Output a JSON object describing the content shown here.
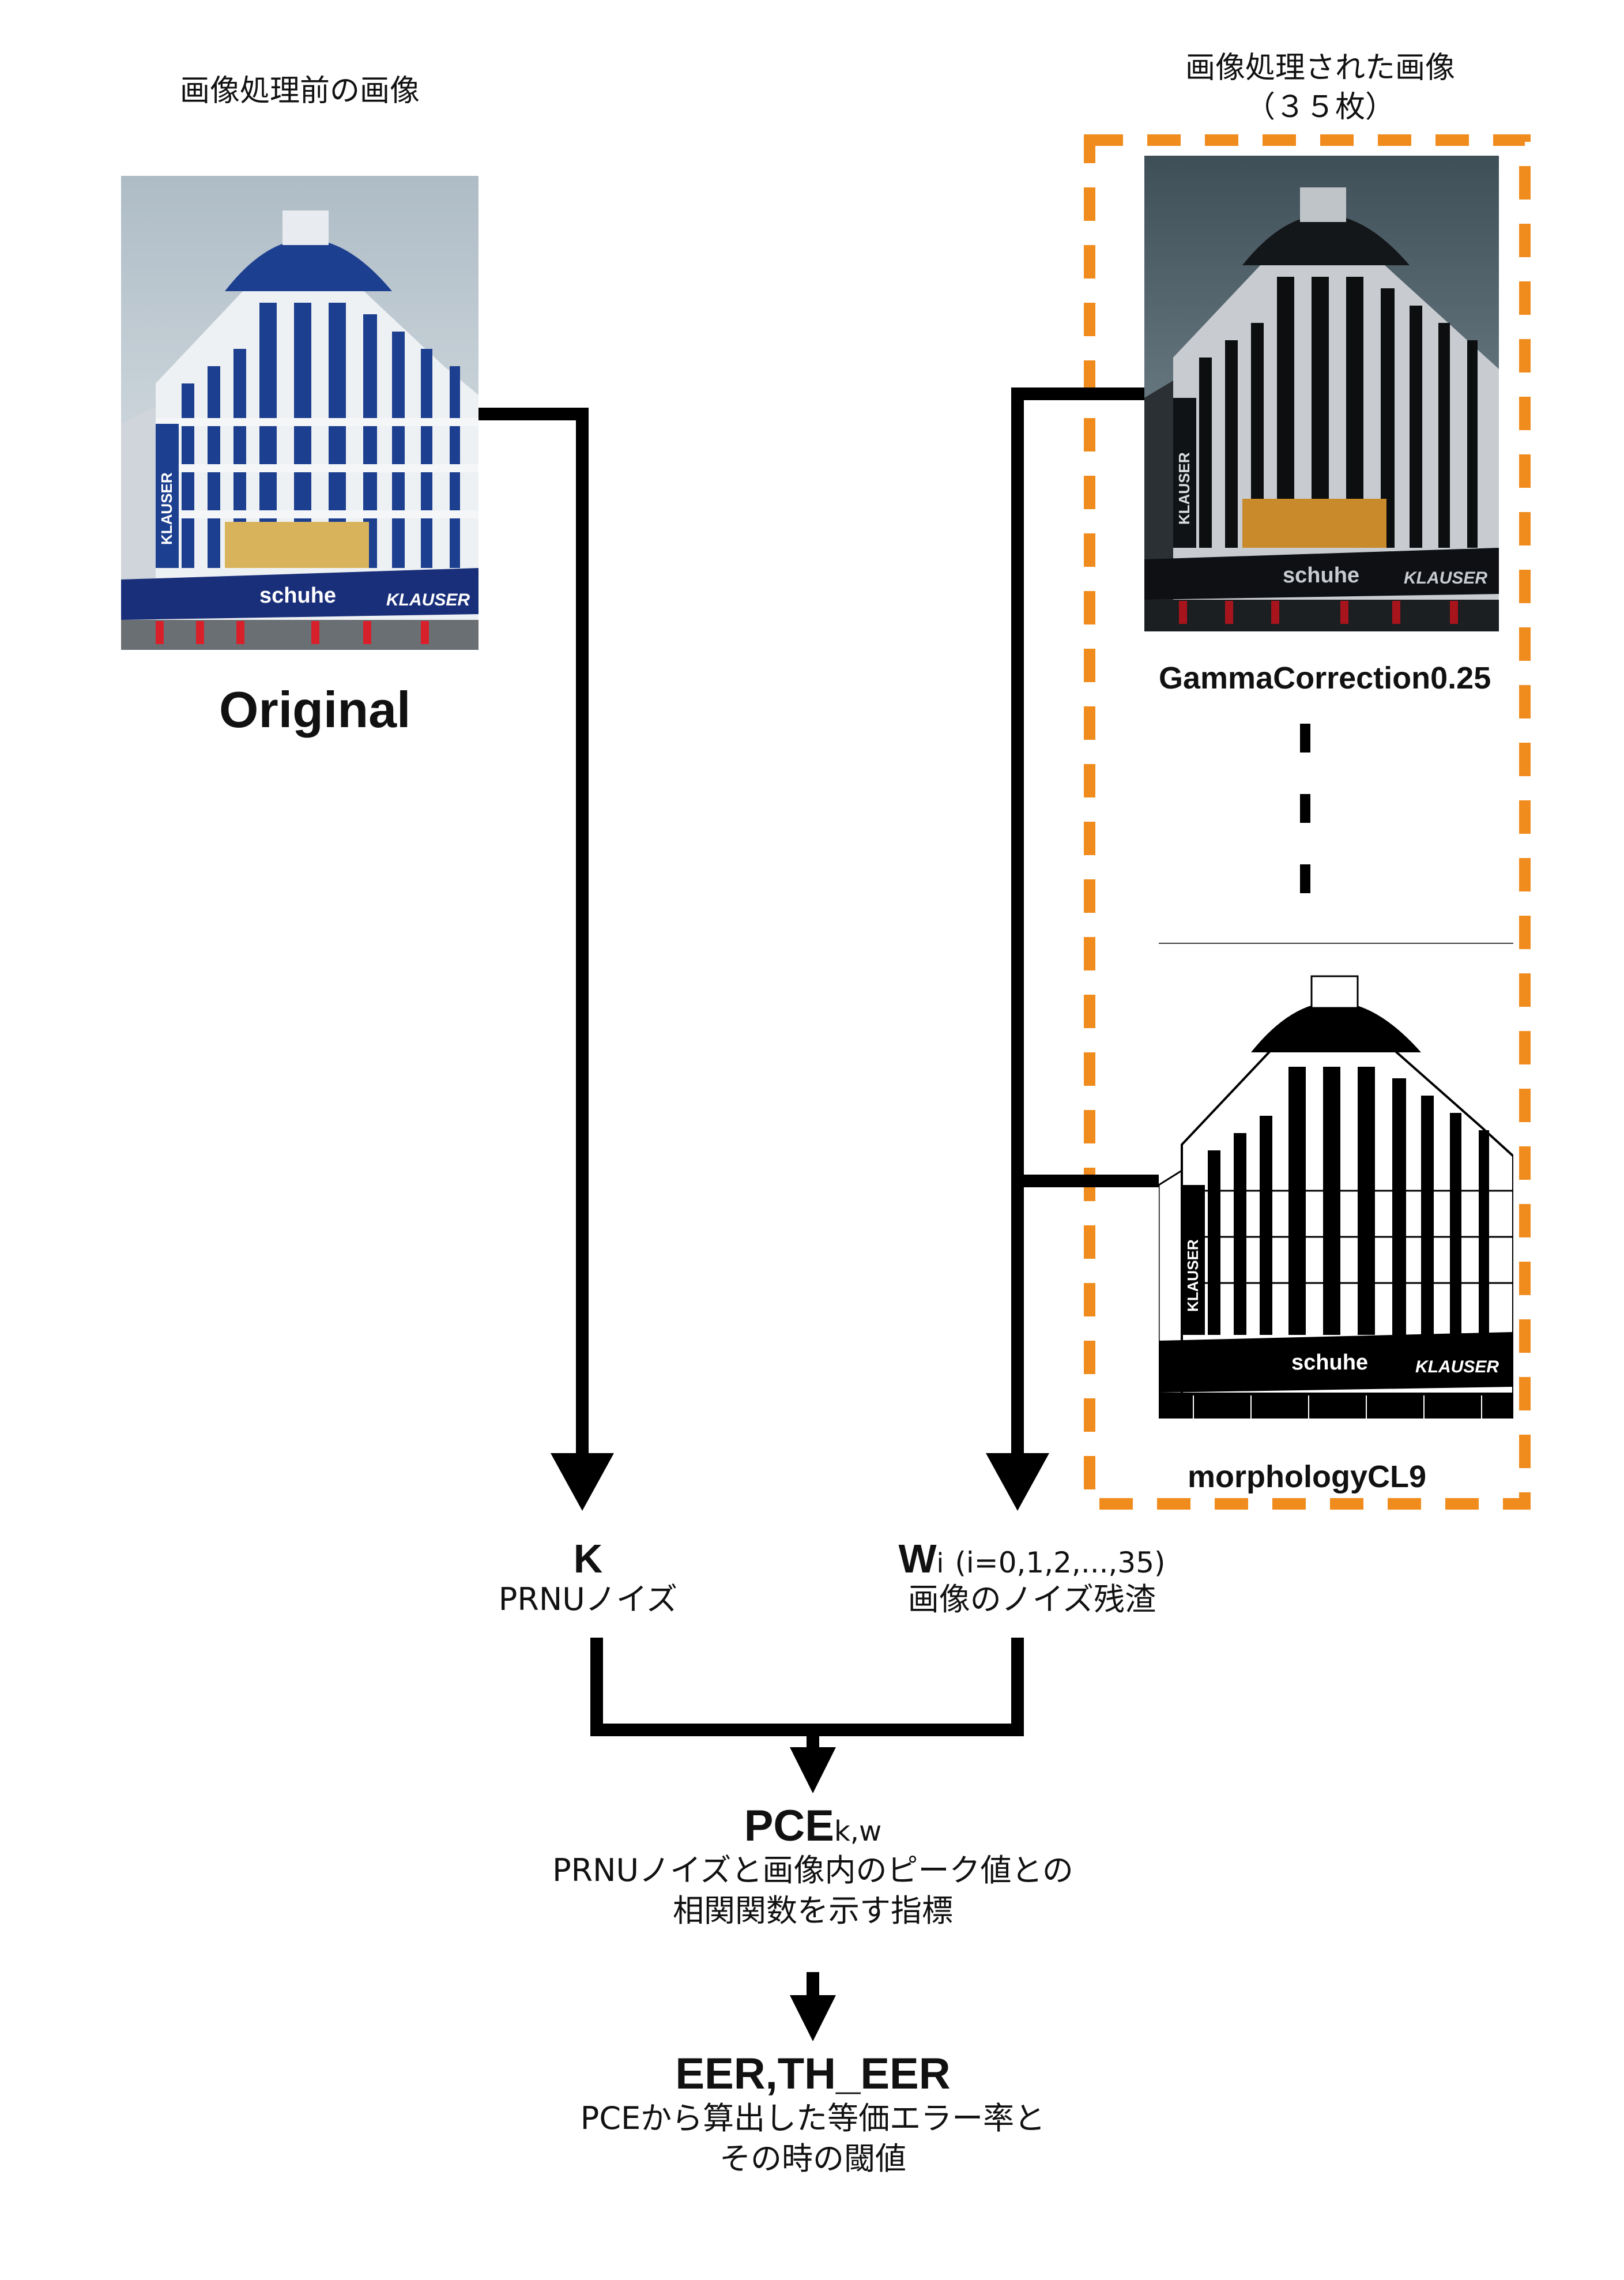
{
  "left_panel": {
    "header": "画像処理前の画像",
    "image_caption": "Original",
    "photo": {
      "shop_sign": "schuhe",
      "side_sign": "KLAUSER",
      "brand_sign": "KLAUSER",
      "brand_small": "schuhe"
    }
  },
  "right_panel": {
    "header_line1": "画像処理された画像",
    "header_line2": "（３５枚）",
    "top_caption": "GammaCorrection0.25",
    "bottom_caption": "morphologyCL9",
    "photo": {
      "shop_sign": "schuhe",
      "side_sign": "KLAUSER",
      "brand_sign": "KLAUSER",
      "brand_small": "schuhe"
    }
  },
  "nodes": {
    "k": {
      "symbol": "K",
      "desc": "PRNUノイズ"
    },
    "w": {
      "symbol": "W",
      "subscript": "i",
      "range": "(i=0,1,2,...,35)",
      "desc": "画像のノイズ残渣"
    },
    "pce": {
      "symbol": "PCE",
      "subscript": "k,w",
      "desc_line1": "PRNUノイズと画像内のピーク値との",
      "desc_line2": "相関関数を示す指標"
    },
    "eer": {
      "symbol": "EER,TH_EER",
      "desc_line1": "PCEから算出した等価エラー率と",
      "desc_line2": "その時の閾値"
    }
  },
  "colors": {
    "dashed_frame": "#f08c1e",
    "arrows": "#000000",
    "facade_blue": "#1d3f8f"
  }
}
